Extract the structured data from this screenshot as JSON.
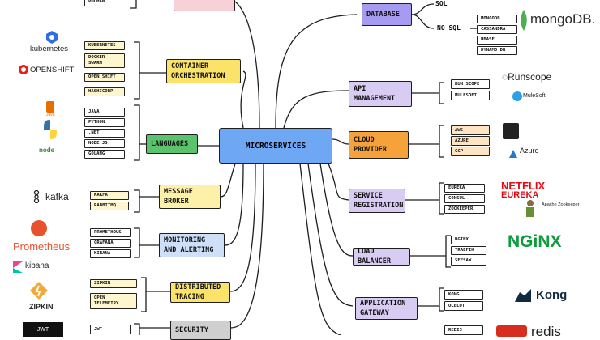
{
  "center": "MICROSERVICES",
  "nodes": {
    "database": "DATABASE",
    "container": "CONTAINER\nORCHESTRATION",
    "api": "API\nMANAGEMENT",
    "cloud": "CLOUD\nPROVIDER",
    "languages": "LANGUAGES",
    "service_reg": "SERVICE\nREGISTRATION",
    "message": "MESSAGE\nBROKER",
    "load": "LOAD BALANCER",
    "monitoring": "MONITORING\nAND ALERTING",
    "tracing": "DISTRIBUTED\nTRACING",
    "gateway": "APPLICATION\nGATEWAY",
    "security": "SECURITY"
  },
  "leaves": {
    "top_left": "PODMAN",
    "db_sql": "SQL",
    "db_nosql": "NO SQL",
    "nosql": [
      "MONGODB",
      "CASSANDRA",
      "HBASE",
      "DYNAMO DB"
    ],
    "container": [
      "KUBERNETES",
      "DOCKER\nSWARM",
      "OPEN SHIFT",
      "HASHICORP"
    ],
    "api": [
      "RUN SCOPE",
      "MULESOFT"
    ],
    "cloud": [
      "AWS",
      "AZURE",
      "GCP"
    ],
    "languages": [
      "JAVA",
      "PYTHON",
      ".NET",
      "NODE JS",
      "GOLANG"
    ],
    "service_reg": [
      "EUREKA",
      "CONSUL",
      "ZOOKEEPER"
    ],
    "message": [
      "KAKFA",
      "RABBITMQ"
    ],
    "load": [
      "NGINX",
      "TRAEFIK",
      "SEESAW"
    ],
    "monitoring": [
      "PROMETHOUS",
      "GRAFANA",
      "KIBANA"
    ],
    "tracing": [
      "ZIPKIN",
      "OPEN\nTELEMETRY"
    ],
    "gateway": [
      "KONG",
      "OCELOT"
    ],
    "security": [
      "JWT"
    ],
    "bottom_right": [
      "REDIS"
    ]
  },
  "brands": {
    "mongodb": "mongoDB.",
    "kubernetes": "kubernetes",
    "openshift": "OPENSHIFT",
    "runscope": "Runscope",
    "mulesoft": "MuleSoft",
    "java": "Java",
    "nodejs": "node",
    "azure": "Azure",
    "netflix": "NETFLIX",
    "eureka": "EUREKA",
    "zookeeper": "Apache Zookeeper",
    "kafka": "kafka",
    "nginx": "NGiNX",
    "prometheus": "Prometheus",
    "kibana": "kibana",
    "kong": "Kong",
    "zipkin": "ZIPKIN",
    "jwt": "JWT",
    "redis": "redis"
  },
  "colors": {
    "center": "#6ea8f5",
    "database": "#a59cf2",
    "pink": "#f8d0d8",
    "yellow": "#fbe36a",
    "green": "#5bc36e",
    "orange": "#f6a23b",
    "lavender": "#d8ccf3",
    "light_blue": "#cfdff8",
    "grey": "#cfcfcf"
  }
}
